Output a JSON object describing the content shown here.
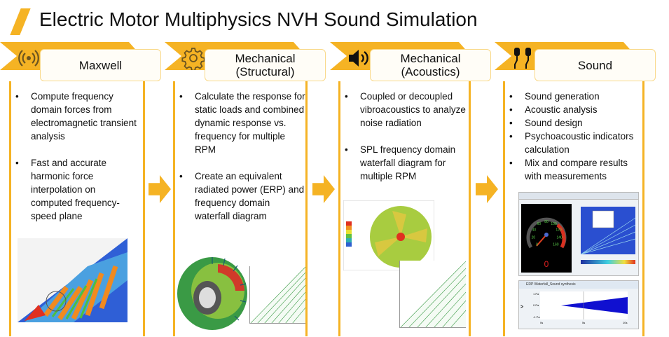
{
  "title": "Electric Motor Multiphysics NVH Sound Simulation",
  "colors": {
    "accent": "#f5b324",
    "label_border": "#f9d98a"
  },
  "panels": [
    {
      "label": "Maxwell",
      "icon": "wireless-signal-icon",
      "bullets": [
        "Compute frequency domain forces from electromagnetic transient analysis",
        "Fast and accurate harmonic force interpolation on computed frequency-speed plane"
      ]
    },
    {
      "label": "Mechanical (Structural)",
      "icon": "gear-icon",
      "bullets": [
        "Calculate the response  for static loads and combined dynamic response vs. frequency for multiple RPM",
        "Create an equivalent radiated power (ERP) and frequency domain waterfall diagram"
      ]
    },
    {
      "label": "Mechanical (Acoustics)",
      "icon": "speaker-icon",
      "bullets": [
        "Coupled or decoupled vibroacoustics to analyze noise radiation",
        "SPL frequency domain waterfall diagram for multiple RPM"
      ]
    },
    {
      "label": "Sound",
      "icon": "earphones-icon",
      "bullets": [
        "Sound generation",
        "Acoustic analysis",
        "Sound design",
        "Psychoacoustic indicators calculation",
        "Mix and compare results with measurements"
      ]
    }
  ],
  "sound_image": {
    "window_title": "ERP Waterfall_Sound synthesis",
    "gauge_ticks": [
      "0",
      "20",
      "40",
      "60",
      "80",
      "100",
      "120",
      "140",
      "160"
    ],
    "gauge_value": "0",
    "y_ticks": [
      "1 Pa",
      "0 Pa",
      "-1 Pa"
    ],
    "x_ticks": [
      "0s",
      "5s",
      "10s"
    ]
  }
}
